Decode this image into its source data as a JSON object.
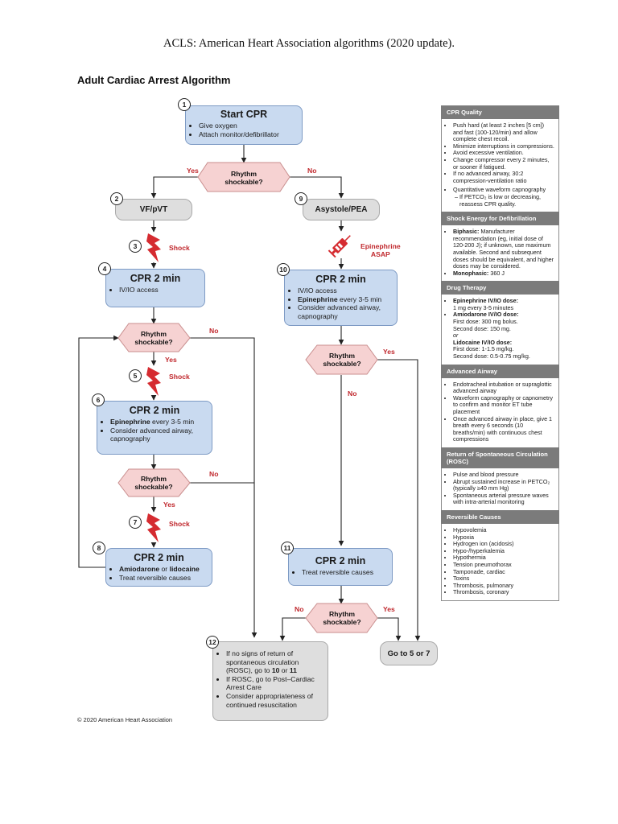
{
  "page_heading": "ACLS: American Heart Association algorithms (2020 update).",
  "algorithm_title": "Adult Cardiac Arrest Algorithm",
  "copyright": "© 2020 American Heart Association",
  "colors": {
    "box_blue": "#c9daf0",
    "box_gray": "#dedede",
    "decision_pink": "#f6d2d2",
    "shock_red": "#d52b30"
  },
  "icons": {
    "shock": "lightning-bolt-icon",
    "drug": "syringe-icon"
  },
  "steps": {
    "s1": {
      "num": "1",
      "title": "Start CPR",
      "items": [
        "Give oxygen",
        "Attach monitor/defibrillator"
      ]
    },
    "s2": {
      "num": "2",
      "title": "VF/pVT"
    },
    "s3": {
      "num": "3",
      "label": "Shock"
    },
    "s4": {
      "num": "4",
      "title": "CPR 2 min",
      "items": [
        "IV/IO access"
      ]
    },
    "s5": {
      "num": "5",
      "label": "Shock"
    },
    "s6": {
      "num": "6",
      "title": "CPR 2 min",
      "i1_bold": "Epinephrine",
      "i1_rest": " every 3-5 min",
      "i2": "Consider advanced airway, capnography"
    },
    "s7": {
      "num": "7",
      "label": "Shock"
    },
    "s8": {
      "num": "8",
      "title": "CPR 2 min",
      "i1_a": "Amiodarone",
      "i1_b": " or ",
      "i1_c": "lidocaine",
      "i2": "Treat reversible causes"
    },
    "s9": {
      "num": "9",
      "title": "Asystole/PEA",
      "drug_label_1": "Epinephrine",
      "drug_label_2": "ASAP"
    },
    "s10": {
      "num": "10",
      "title": "CPR 2 min",
      "i1": "IV/IO access",
      "i2_bold": "Epinephrine",
      "i2_rest": " every 3-5 min",
      "i3": "Consider advanced airway, capnography"
    },
    "s11": {
      "num": "11",
      "title": "CPR 2 min",
      "items": [
        "Treat reversible causes"
      ]
    },
    "s12": {
      "num": "12",
      "i1_a": "If no signs of return of spontaneous circulation (ROSC), go to ",
      "i1_b": "10",
      "i1_c": " or ",
      "i1_d": "11",
      "i2": "If ROSC, go to Post–Cardiac Arrest Care",
      "i3": "Consider appropriateness of continued resuscitation"
    },
    "goto": {
      "label": "Go to 5 or 7"
    }
  },
  "decisions": {
    "line1": "Rhythm",
    "line2": "shockable?",
    "yes": "Yes",
    "no": "No"
  },
  "sidebar": {
    "cpr_quality": {
      "title": "CPR Quality",
      "items": [
        "Push hard (at least 2 inches [5 cm]) and fast (100-120/min) and allow complete chest recoil.",
        "Minimize interruptions in compressions.",
        "Avoid excessive ventilation.",
        "Change compressor every 2 minutes, or sooner if fatigued.",
        "If no advanced airway, 30:2 compression-ventilation ratio",
        "Quantitative waveform capnography"
      ],
      "sub": "– If PETCO₂ is low or decreasing, reassess CPR quality."
    },
    "shock_energy": {
      "title": "Shock Energy for Defibrillation",
      "biphasic_label": "Biphasic:",
      "biphasic_text": " Manufacturer recommendation (eg, initial dose of 120-200 J); if unknown, use maximum available. Second and subsequent doses should be equivalent, and higher doses may be considered.",
      "monophasic_label": "Monophasic:",
      "monophasic_text": " 360 J"
    },
    "drug_therapy": {
      "title": "Drug Therapy",
      "epi_label": "Epinephrine IV/IO dose:",
      "epi_text": "1 mg every 3-5 minutes",
      "amio_label": "Amiodarone IV/IO dose:",
      "amio_1": "First dose: 300 mg bolus.",
      "amio_2": "Second dose: 150 mg.",
      "or": "or",
      "lido_label": "Lidocaine IV/IO dose:",
      "lido_1": "First dose: 1-1.5 mg/kg.",
      "lido_2": "Second dose: 0.5-0.75 mg/kg."
    },
    "advanced_airway": {
      "title": "Advanced Airway",
      "items": [
        "Endotracheal intubation or supraglottic advanced airway",
        "Waveform capnography or capnometry to confirm and monitor ET tube placement",
        "Once advanced airway in place, give 1 breath every 6 seconds (10 breaths/min) with continuous chest compressions"
      ]
    },
    "rosc": {
      "title": "Return of Spontaneous Circulation (ROSC)",
      "items": [
        "Pulse and blood pressure",
        "Abrupt sustained increase in PETCO₂ (typically ≥40 mm Hg)",
        "Spontaneous arterial pressure waves with intra-arterial monitoring"
      ]
    },
    "reversible": {
      "title": "Reversible Causes",
      "items": [
        "Hypovolemia",
        "Hypoxia",
        "Hydrogen ion (acidosis)",
        "Hypo-/hyperkalemia",
        "Hypothermia",
        "Tension pneumothorax",
        "Tamponade, cardiac",
        "Toxins",
        "Thrombosis, pulmonary",
        "Thrombosis, coronary"
      ]
    }
  }
}
